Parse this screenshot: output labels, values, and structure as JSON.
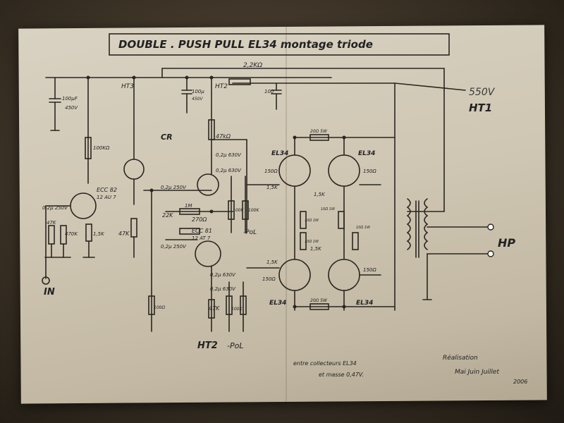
{
  "title": "DOUBLE . PUSH PULL EL34 montage triode",
  "labels": {
    "ht1": "HT1",
    "ht1_voltage": "550V",
    "ht2": "HT2",
    "ht3": "HT3",
    "ht2_bottom": "HT2",
    "hp": "HP",
    "in": "IN",
    "cr": "CR",
    "pol_1": "-PoL",
    "pol_2": "-PoL",
    "cap_in": "100µF",
    "cap_in_v": "450V",
    "cap_mid": "100µ",
    "cap_mid_v": "450V",
    "cap_right": "100",
    "r_top": "2,2KΩ",
    "r_100k_left": "100KΩ",
    "r_47k_top": "47kΩ",
    "cap_02_630": "0,2µ 630V",
    "cap_02_630b": "0,2µ 630V",
    "cap_02_630c": "0,2µ 630V",
    "cap_02_630d": "0,2µ 630V",
    "cap_02_250": "0,2µ 250V",
    "cap_02_250b": "0,2µ 250V",
    "cap_02_250c": "0,2µ 250V",
    "r_22k": "22K",
    "r_1m": "1M",
    "r_270": "270Ω",
    "r_47k_left": "47K",
    "r_470k": "470K",
    "r_15k_left": "1,5K",
    "r_100r": "100Ω",
    "r_47k_bottom": "47K",
    "r_100k_bottom": "100K",
    "r_100k_a": "100K",
    "r_100k_b": "100K",
    "ecc82": "ECC 82",
    "ecc82b": "12 AU 7",
    "ecc81": "ECC 81",
    "ecc81b": "12 AT 7",
    "el34_1": "EL34",
    "el34_2": "EL34",
    "el34_3": "EL34",
    "el34_4": "EL34",
    "r_150_1": "150Ω",
    "r_150_2": "150Ω",
    "r_150_3": "150Ω",
    "r_150_4": "150Ω",
    "r_15k_1": "1,5K",
    "r_15k_2": "1,5K",
    "r_15k_3": "1,5K",
    "r_15k_4": "1,5K",
    "r_20_top": "20Ω 5W",
    "r_20_bottom": "20Ω 5W",
    "r_10_1": "10Ω 1W",
    "r_10_2": "10Ω 1W",
    "r_10_3": "10Ω 1W",
    "r_10_4": "10Ω 1W",
    "note_1": "entre collecteurs EL34",
    "note_2": "et masse 0,47V.",
    "sig_1": "Réalisation",
    "sig_2": "Mai Juin Juillet",
    "sig_3": "2006"
  }
}
